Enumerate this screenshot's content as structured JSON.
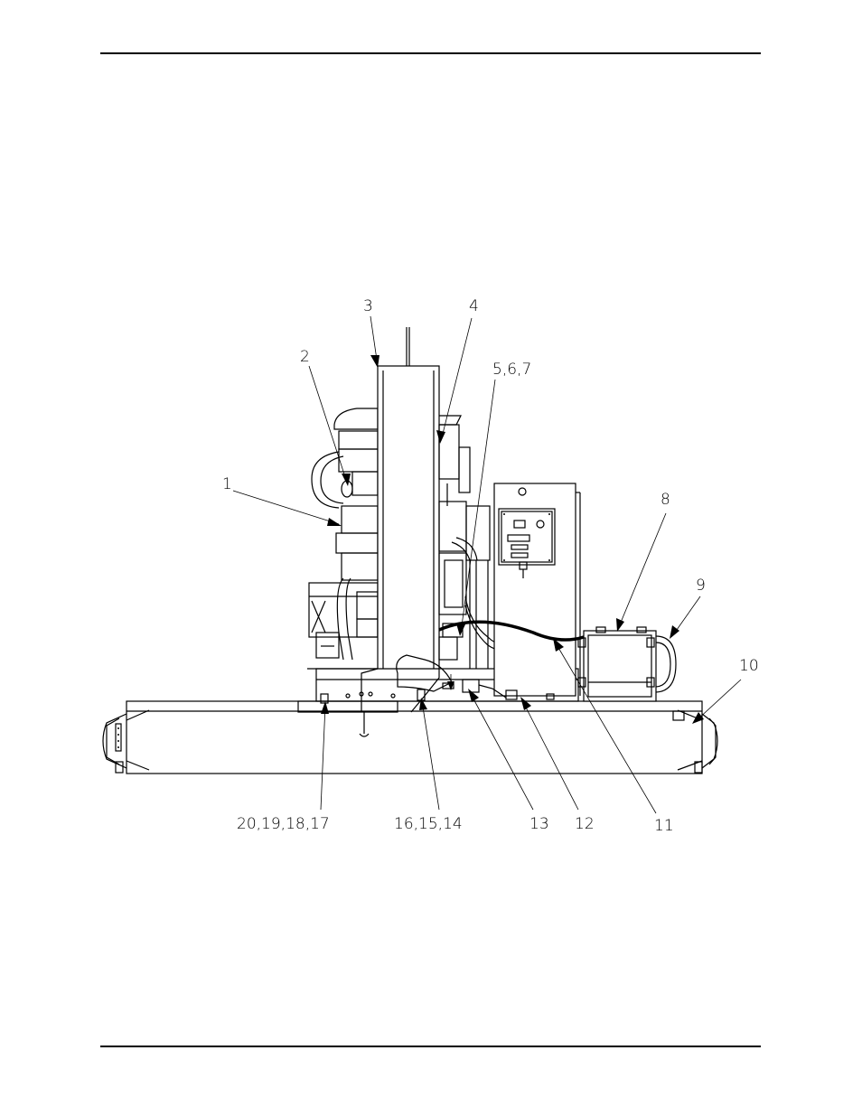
{
  "callouts": [
    {
      "id": "c1",
      "label": "1"
    },
    {
      "id": "c2",
      "label": "2"
    },
    {
      "id": "c3",
      "label": "3"
    },
    {
      "id": "c4",
      "label": "4"
    },
    {
      "id": "c567",
      "label": "5,6,7"
    },
    {
      "id": "c8",
      "label": "8"
    },
    {
      "id": "c9",
      "label": "9"
    },
    {
      "id": "c10",
      "label": "10"
    },
    {
      "id": "c11",
      "label": "11"
    },
    {
      "id": "c12",
      "label": "12"
    },
    {
      "id": "c13",
      "label": "13"
    },
    {
      "id": "c141516",
      "label": "16,15,14"
    },
    {
      "id": "c17181920",
      "label": "20,19,18,17"
    }
  ]
}
